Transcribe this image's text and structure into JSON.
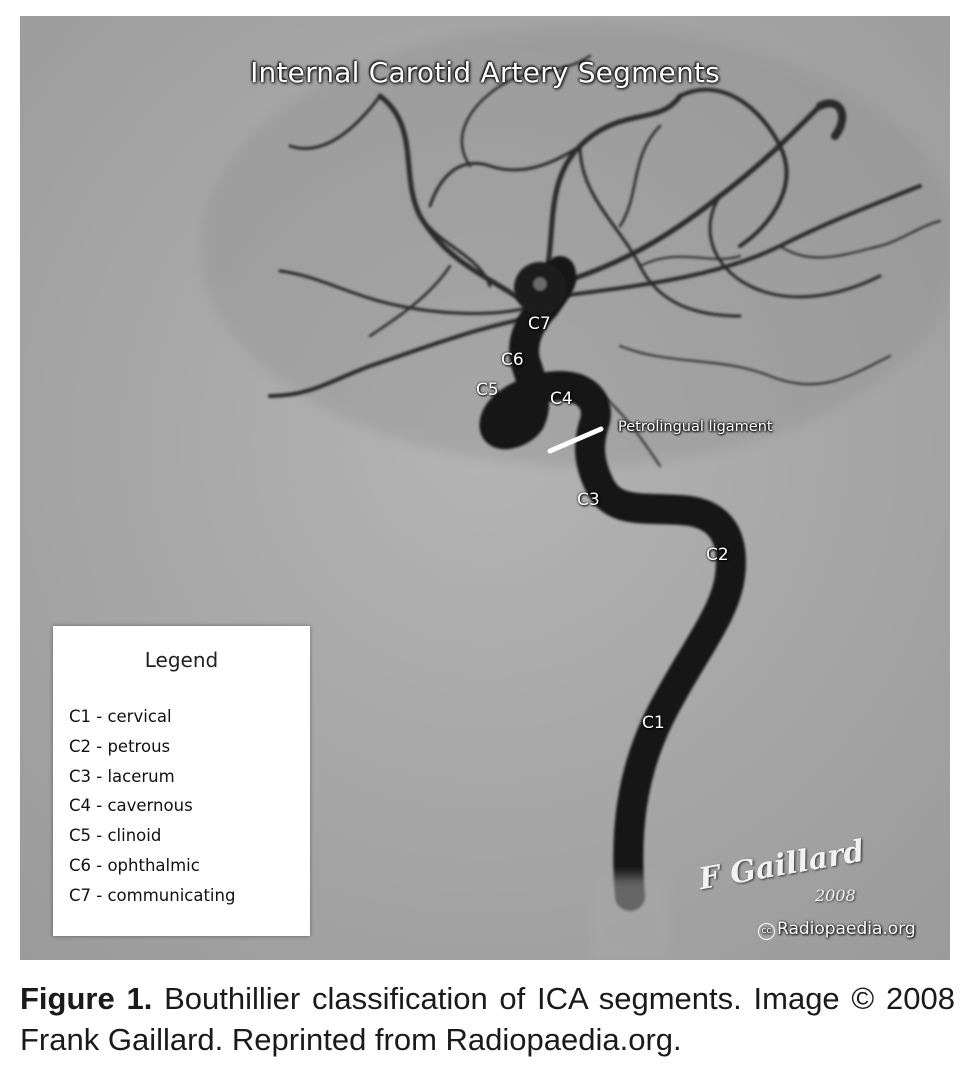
{
  "figure": {
    "title": "Internal Carotid Artery Segments",
    "segment_labels": [
      "C1",
      "C2",
      "C3",
      "C4",
      "C5",
      "C6",
      "C7"
    ],
    "ligament_label": "Petrolingual ligament",
    "legend": {
      "title": "Legend",
      "items": [
        "C1 - cervical",
        "C2 - petrous",
        "C3 - lacerum",
        "C4 - cavernous",
        "C5 - clinoid",
        "C6 - ophthalmic",
        "C7 - communicating"
      ]
    },
    "signature": "F Gaillard",
    "signature_year": "2008",
    "credit_icon": "cc",
    "credit": "Radiopaedia.org"
  },
  "caption": {
    "label": "Figure 1.",
    "text": "Bouthillier classification of ICA segments. Image © 2008 Frank Gaillard. Reprinted from Radiopaedia.org."
  },
  "colors": {
    "background": "#a3a3a3",
    "vessel": "#1a1a1a",
    "label_text": "#ffffff"
  }
}
